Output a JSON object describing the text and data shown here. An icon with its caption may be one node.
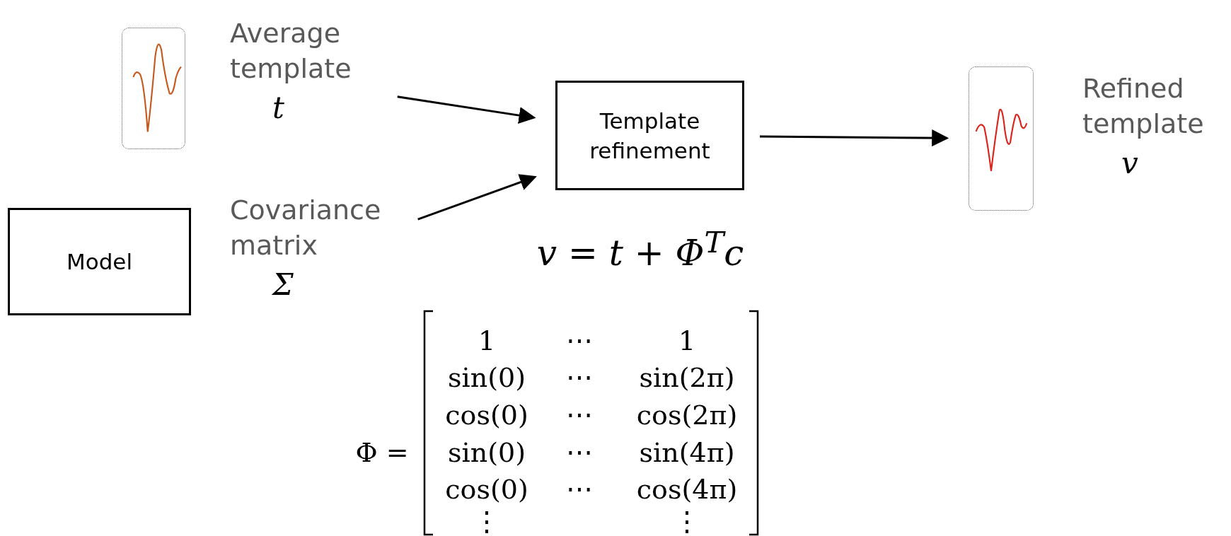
{
  "diagram": {
    "nodes": [
      {
        "text": [],
        "shape": "picture"
      },
      {
        "text": [
          "Average template",
          "t"
        ]
      },
      {
        "text": [
          "Template refinement"
        ]
      },
      {
        "text": [
          "Model"
        ]
      },
      {
        "text": [
          "Covariance matrix",
          "Σ"
        ]
      },
      {
        "text": [],
        "shape": "picture"
      },
      {
        "text": [
          "Refined template",
          "v"
        ]
      }
    ],
    "edges": [
      {
        "from": 1,
        "to": 2,
        "arrow": "to"
      },
      {
        "from": 4,
        "to": 2,
        "arrow": "to"
      },
      {
        "from": 2,
        "to": 5,
        "arrow": "to"
      }
    ],
    "labels": [
      "v = t + Φ$^{T}$c",
      "Φ =",
      "1",
      "⋯",
      "1",
      "sin(0)",
      "⋯",
      "sin(2π)",
      "cos(0)",
      "⋯",
      "cos(2π)",
      "sin(0)",
      "⋯",
      "sin(4π)",
      "cos(0)",
      "⋯",
      "cos(4π)",
      "⋮",
      "⋮"
    ]
  }
}
